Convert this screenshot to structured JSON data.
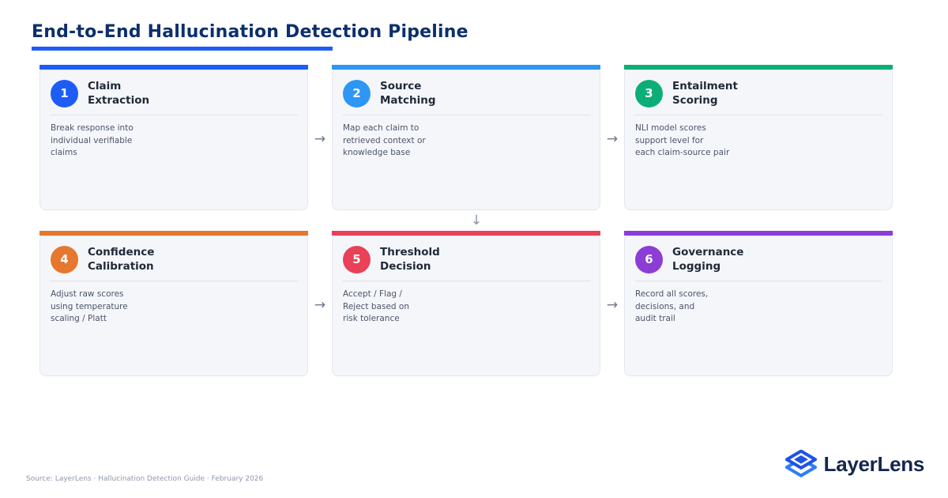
{
  "page": {
    "title": "End-to-End Hallucination Detection Pipeline",
    "accent_color": "#1d5cf5",
    "background_color": "#ffffff",
    "card_background": "#f5f6fa"
  },
  "pipeline": {
    "arrow_right": "→",
    "arrow_down": "↓",
    "steps": [
      {
        "number": "1",
        "title": "Claim\nExtraction",
        "description": "Break response into\nindividual verifiable\nclaims",
        "color": "#1d5cf5"
      },
      {
        "number": "2",
        "title": "Source\nMatching",
        "description": "Map each claim to\nretrieved context or\nknowledge base",
        "color": "#2e96f5"
      },
      {
        "number": "3",
        "title": "Entailment\nScoring",
        "description": "NLI model scores\nsupport level for\neach claim-source pair",
        "color": "#0cae78"
      },
      {
        "number": "4",
        "title": "Confidence\nCalibration",
        "description": "Adjust raw scores\nusing temperature\nscaling / Platt",
        "color": "#e6772e"
      },
      {
        "number": "5",
        "title": "Threshold\nDecision",
        "description": "Accept / Flag /\nReject based on\nrisk tolerance",
        "color": "#e84158"
      },
      {
        "number": "6",
        "title": "Governance\nLogging",
        "description": "Record all scores,\ndecisions, and\naudit trail",
        "color": "#8b3dd6"
      }
    ]
  },
  "footer": {
    "source": "Source: LayerLens · Hallucination Detection Guide · February 2026"
  },
  "brand": {
    "name": "LayerLens",
    "icon": "layers-icon",
    "icon_color_primary": "#1e53e8",
    "icon_color_secondary": "#2f7cf6"
  }
}
